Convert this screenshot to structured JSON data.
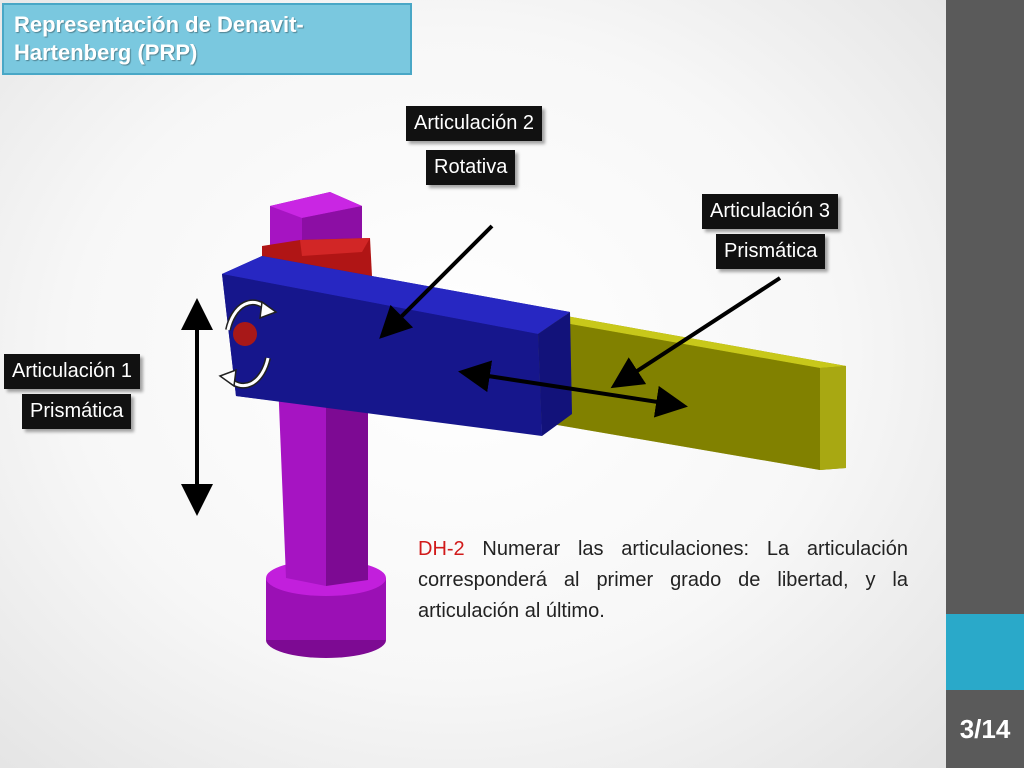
{
  "slide": {
    "title": "Representación de Denavit-Hartenberg (PRP)",
    "labels": {
      "articulacion2": {
        "name": "Articulación 2",
        "type": "Rotativa"
      },
      "articulacion3": {
        "name": "Articulación 3",
        "type": "Prismática"
      },
      "articulacion1": {
        "name": "Articulación 1",
        "type": "Prismática"
      }
    },
    "body": {
      "step": "DH-2",
      "text": "Numerar las articulaciones: La articulación  corresponderá al primer grado de libertad, y la articulación  al último."
    }
  },
  "navigation": {
    "page": "3/14"
  },
  "colors": {
    "title_bg": "#7ac8df",
    "accent": "#2aa9c9",
    "sidebar": "#5a5a5a",
    "step_red": "#d11a1a",
    "link_blue": "#1b1b9e",
    "base_magenta": "#9b10b5",
    "arm_olive": "#8a8a00",
    "joint_red": "#b01515"
  }
}
